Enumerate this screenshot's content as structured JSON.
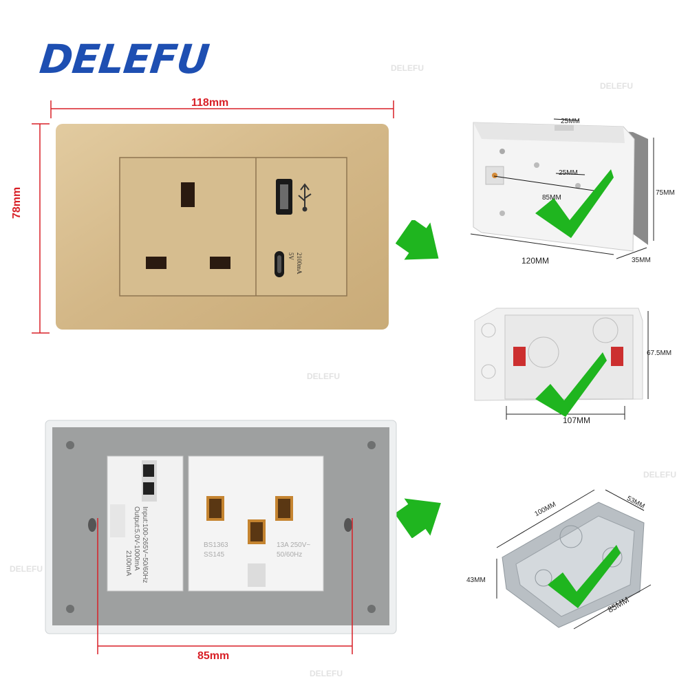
{
  "brand": {
    "name": "DELEFU",
    "color": "#1e4fb2"
  },
  "watermark": "DELEFU",
  "front_panel": {
    "width_label": "118mm",
    "height_label": "78mm",
    "usb_rating_1": "5V",
    "usb_rating_2": "2100mA",
    "color": "#d4b98a"
  },
  "back_panel": {
    "width_label": "85mm",
    "module_text_1": "Input:100-265V~50/60Hz",
    "module_text_2": "Output:5.0V-1000mA",
    "module_text_3": "2100mA",
    "socket_text_1": "BS1363",
    "socket_text_2": "SS145",
    "socket_text_3": "13A 250V~",
    "socket_text_4": "50/60Hz"
  },
  "box1": {
    "top": "25MM",
    "inner": "25MM",
    "inner_width": "85MM",
    "length": "120MM",
    "height": "75MM",
    "depth": "35MM"
  },
  "box2": {
    "height": "67.5MM",
    "length": "107MM"
  },
  "box3": {
    "length": "100MM",
    "depth": "53MM",
    "height": "43MM",
    "width": "85MM"
  },
  "colors": {
    "dimension_red": "#d81f26",
    "check_green": "#1fb51f"
  }
}
